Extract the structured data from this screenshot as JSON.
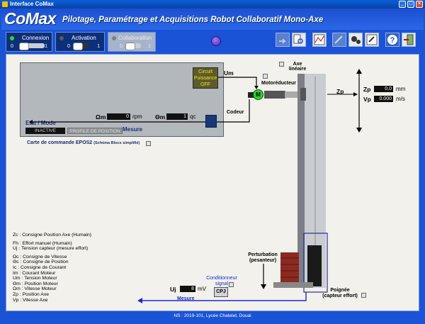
{
  "window": {
    "title": "Interface CoMax"
  },
  "banner": {
    "logo": "CoMax",
    "subtitle": "Pilotage, Paramétrage et Acquisitions Robot Collaboratif Mono-Axe"
  },
  "modes": [
    {
      "label": "Connexion",
      "zero": "0",
      "one": "1"
    },
    {
      "label": "Activation",
      "zero": "0",
      "one": "1"
    },
    {
      "label": "Collaboration",
      "zero": "0",
      "one": "1"
    }
  ],
  "card": {
    "circuit": "Circuit Puissance OFF",
    "etat_label": "Etat / Mode",
    "inactive": "INACTIVE",
    "profile": "PROFILE DE POSITION",
    "omega_m_label": "Ωm",
    "omega_m_value": "0",
    "omega_m_unit": "rpm",
    "theta_m_label": "Θm",
    "theta_m_value": "1",
    "theta_m_unit": "qc",
    "mesure": "Mesure",
    "caption": "Carte de commande EPOS2",
    "caption_small": "(Schéma Blocs simplifié)"
  },
  "diagram": {
    "um": "Um",
    "axe": "Axe linéaire",
    "motoreducteur": "Motoréducteur",
    "codeur": "Codeur",
    "motor_letter": "M",
    "zp_arrow": "Zp",
    "zp_label": "Zp",
    "zp_value": "0.0",
    "zp_unit": "mm",
    "vp_label": "Vp",
    "vp_value": "0.000",
    "vp_unit": "m/s",
    "perturbation": "Perturbation (pesanteur)",
    "conditionneur": "Conditionneur signal",
    "cpj": "CPJ",
    "uj_label": "Uj",
    "uj_value": "8",
    "uj_unit": "mV",
    "mesure2": "Mesure",
    "poignee": "Poignée (capteur effort)"
  },
  "legend": [
    "Zc : Consigne Position Axe (Humain)",
    "",
    "Fh : Effort manuel (Humain)",
    "Uj : Tension capteur (mesure effort)",
    "",
    "Ωc : Consigne de Vitesse",
    "Θc : Consigne de Position",
    "Ic : Consigne de Courant",
    "Im : Courant Moteur",
    "Um : Tension Moteur",
    "Θm : Position Moteur",
    "Ωm : Vitesse Moteur",
    "Zp : Position Axe",
    "Vp : Vitesse Axe"
  ],
  "footer": "NS : 2019-101, Lycée Chatelet, Douai",
  "colors": {
    "frame": "#1a53d6",
    "accent_green": "#29d129",
    "work_bg": "#f2f1eb"
  }
}
